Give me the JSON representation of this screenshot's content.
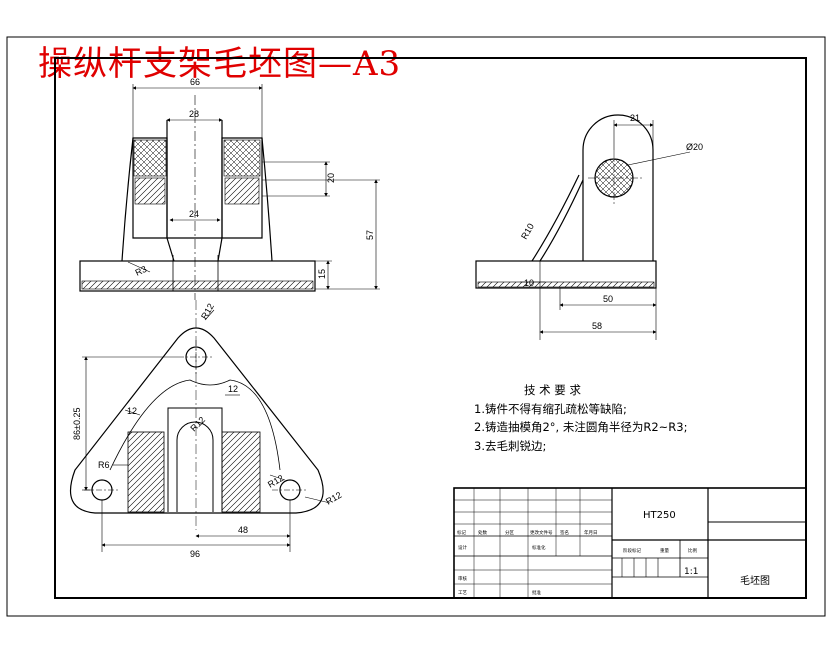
{
  "heading": "操纵杆支架毛坯图—A3",
  "front_view": {
    "dims": {
      "width_66": "66",
      "slot_28": "28",
      "slot_24": "24",
      "height_20": "20",
      "height_57": "57",
      "base_15": "15",
      "radius_3": "R3"
    }
  },
  "side_view": {
    "dims": {
      "offset_21": "21",
      "hole_dia": "Ø20",
      "radius_10": "R10",
      "base_10": "10",
      "len_50": "50",
      "len_58": "58"
    }
  },
  "top_view": {
    "dims": {
      "r12_top": "R12",
      "tol_label": "86±0.25",
      "r12_left": "12",
      "r12_right": "12",
      "r12_slot": "R12",
      "r6": "R6",
      "r12_br": "R12",
      "r12_br2": "R12",
      "len_48": "48",
      "len_96": "96"
    }
  },
  "requirements": {
    "title": "技 术 要 求",
    "items": [
      "1.铸件不得有缩孔疏松等缺陷;",
      "2.铸造抽模角2°, 未注圆角半径为R2~R3;",
      "3.去毛刺锐边;"
    ]
  },
  "title_block": {
    "material": "HT250",
    "scale": "1:1",
    "drawing_name": "毛坯图",
    "small_labels": [
      "标记",
      "处数",
      "分区",
      "更改文件号",
      "签名",
      "年月日",
      "设计",
      "标准化",
      "阶段标记",
      "重量",
      "比例",
      "审核",
      "工艺",
      "批准"
    ]
  }
}
